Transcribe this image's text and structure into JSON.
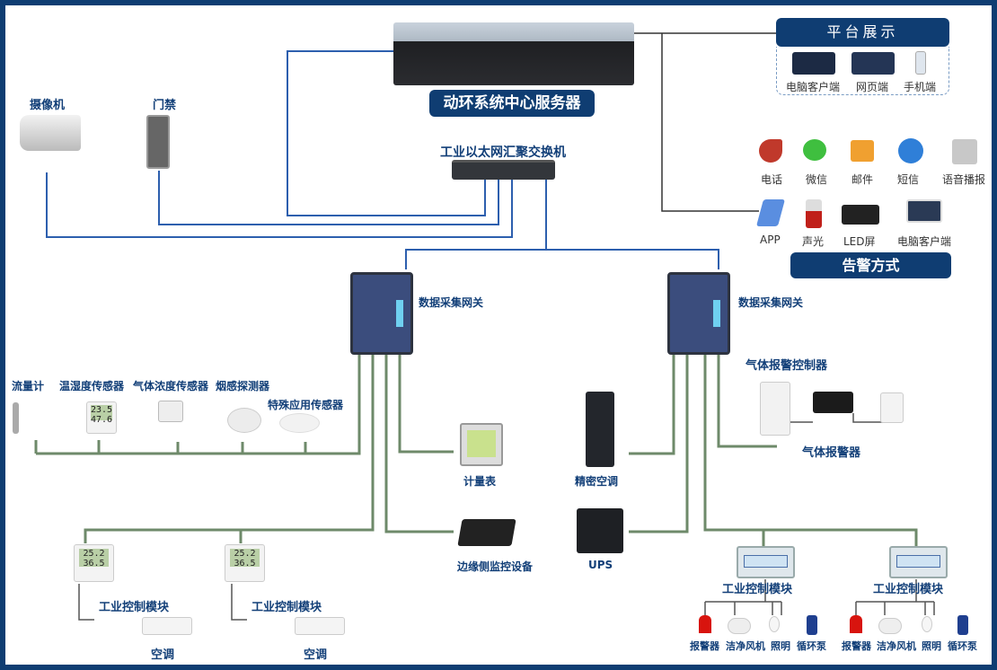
{
  "server": {
    "label": "动环系统中心服务器"
  },
  "switch": {
    "label": "工业以太网汇聚交换机"
  },
  "camera": {
    "label": "摄像机"
  },
  "door": {
    "label": "门禁"
  },
  "platform": {
    "title": "平台展示",
    "items": [
      {
        "label": "电脑客户端"
      },
      {
        "label": "网页端"
      },
      {
        "label": "手机端"
      }
    ]
  },
  "alarm": {
    "title": "告警方式",
    "row1": [
      {
        "label": "电话",
        "icon": "phone-icon"
      },
      {
        "label": "微信",
        "icon": "wechat-icon"
      },
      {
        "label": "邮件",
        "icon": "mail-icon"
      },
      {
        "label": "短信",
        "icon": "sms-icon"
      },
      {
        "label": "语音播报",
        "icon": "speaker-icon"
      }
    ],
    "row2": [
      {
        "label": "APP",
        "icon": "tablet-icon"
      },
      {
        "label": "声光",
        "icon": "siren-icon"
      },
      {
        "label": "LED屏",
        "icon": "led-icon"
      },
      {
        "label": "电脑客户端",
        "icon": "monitor-icon"
      }
    ]
  },
  "gateways": [
    {
      "label": "数据采集网关"
    },
    {
      "label": "数据采集网关"
    }
  ],
  "sensors": [
    {
      "label": "流量计"
    },
    {
      "label": "温湿度传感器"
    },
    {
      "label": "气体浓度传感器"
    },
    {
      "label": "烟感探测器"
    },
    {
      "label": "特殊应用传感器"
    }
  ],
  "th_display": {
    "temp": "23.5",
    "hum": "47.6"
  },
  "meter": {
    "label": "计量表"
  },
  "edge": {
    "label": "边缘侧监控设备"
  },
  "left_modules": [
    {
      "label": "工业控制模块",
      "ac": "空调",
      "temp": "25.2",
      "hum": "36.5"
    },
    {
      "label": "工业控制模块",
      "ac": "空调",
      "temp": "25.2",
      "hum": "36.5"
    }
  ],
  "precision_ac": {
    "label": "精密空调"
  },
  "ups": {
    "label": "UPS"
  },
  "gas": {
    "controller": "气体报警控制器",
    "alarm": "气体报警器"
  },
  "right_modules": [
    {
      "label": "工业控制模块",
      "devices": [
        "报警器",
        "洁净风机",
        "照明",
        "循环泵"
      ]
    },
    {
      "label": "工业控制模块",
      "devices": [
        "报警器",
        "洁净风机",
        "照明",
        "循环泵"
      ]
    }
  ],
  "colors": {
    "brand": "#0f3d72",
    "label": "#123f78"
  }
}
